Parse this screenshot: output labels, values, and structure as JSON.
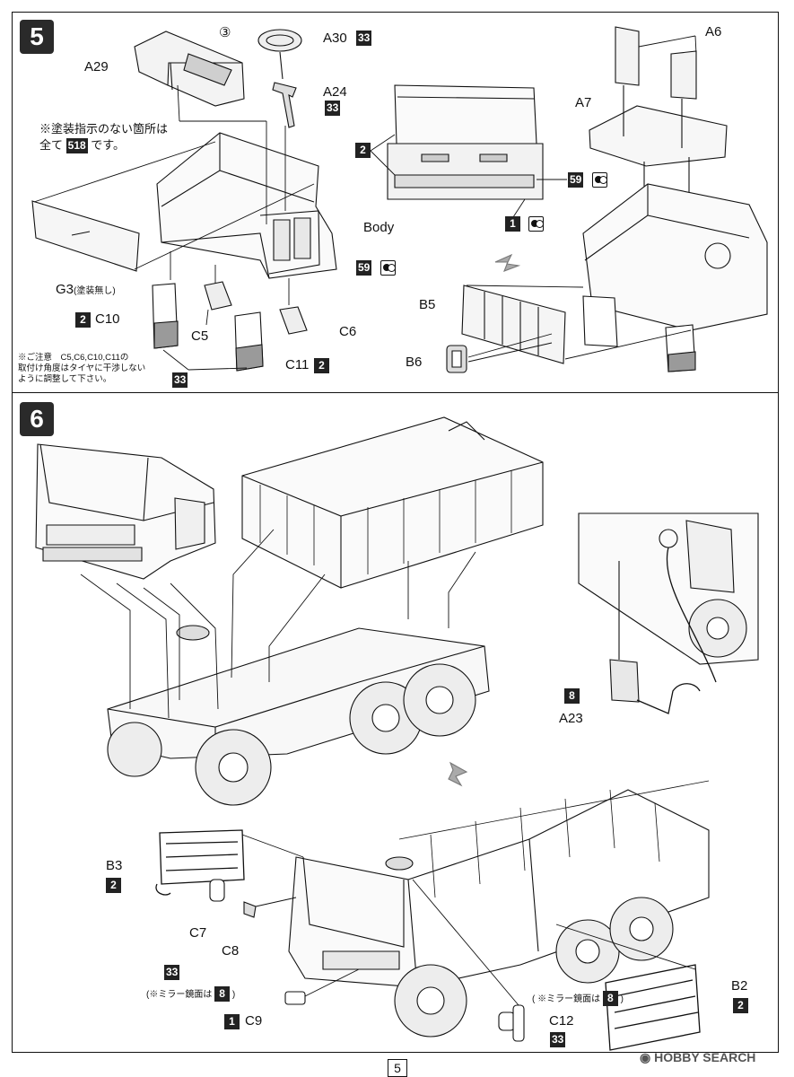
{
  "page_number": "5",
  "watermark": "HOBBY SEARCH",
  "step5": {
    "number": "5",
    "parts": {
      "a29": "A29",
      "circled3": "③",
      "a30": "A30",
      "a30_color": "33",
      "a24": "A24",
      "a24_color": "33",
      "body": "Body",
      "body_color": "59",
      "g3": "G3",
      "g3_note": "(塗装無し)",
      "c10": "C10",
      "c10_color": "2",
      "c5": "C5",
      "c6": "C6",
      "c11": "C11",
      "c11_color": "2",
      "c5_c11_color": "33",
      "grill_color": "2",
      "lights_color1": "59",
      "lights_color2": "1",
      "b5": "B5",
      "b6": "B6",
      "a7": "A7",
      "a6": "A6"
    },
    "paint_note_line1": "※塗装指示のない箇所は",
    "paint_note_line2a": "全て",
    "paint_note_code": "518",
    "paint_note_line2b": "です。",
    "caution_line1": "※ご注意　C5,C6,C10,C11の",
    "caution_line2": "取付け角度はタイヤに干渉しない",
    "caution_line3": "ように調整して下さい。"
  },
  "step6": {
    "number": "6",
    "parts": {
      "a23": "A23",
      "a23_color": "8",
      "b3": "B3",
      "b3_color": "2",
      "c7": "C7",
      "c8": "C8",
      "c7_c8_color": "33",
      "mirror_note": "(※ミラー鏡面は",
      "mirror_color": "8",
      "mirror_close": ")",
      "c9": "C9",
      "c9_color": "1",
      "c12": "C12",
      "c12_color": "33",
      "c12_mirror_note": "( ※ミラー鏡面は",
      "c12_mirror_color": "8",
      "c12_mirror_close": ")",
      "b2": "B2",
      "b2_color": "2"
    }
  },
  "colors": {
    "line": "#111111",
    "badge_fill": "#222222",
    "panel_shade": "#9a9a9a"
  }
}
